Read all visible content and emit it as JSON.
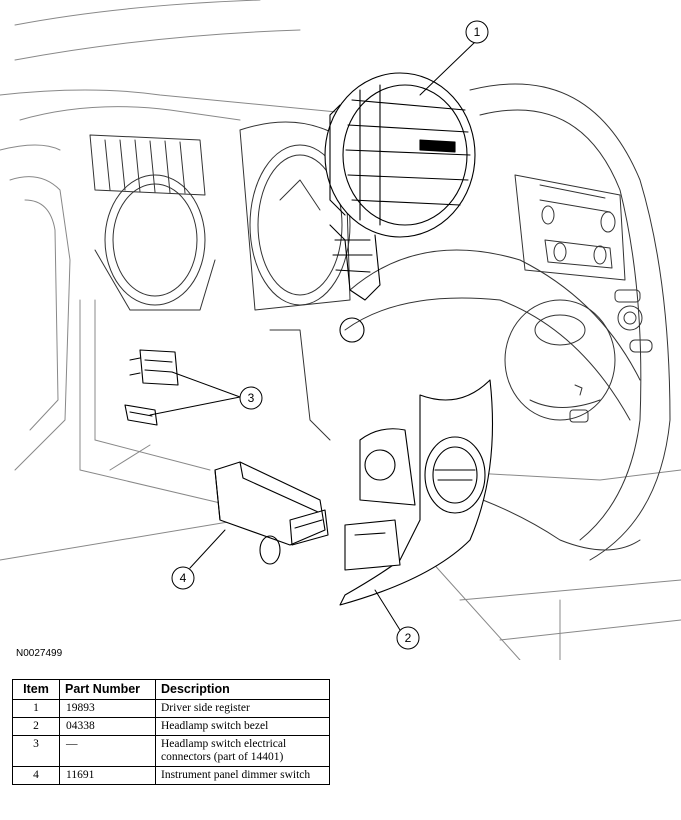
{
  "figure_id": "N0027499",
  "callouts": [
    "1",
    "2",
    "3",
    "4"
  ],
  "table": {
    "headers": {
      "item": "Item",
      "part_number": "Part Number",
      "description": "Description"
    },
    "rows": [
      {
        "item": "1",
        "part_number": "19893",
        "description": "Driver side register"
      },
      {
        "item": "2",
        "part_number": "04338",
        "description": "Headlamp switch bezel"
      },
      {
        "item": "3",
        "part_number": "—",
        "description": "Headlamp switch electrical connectors (part of 14401)"
      },
      {
        "item": "4",
        "part_number": "11691",
        "description": "Instrument panel dimmer switch"
      }
    ]
  }
}
